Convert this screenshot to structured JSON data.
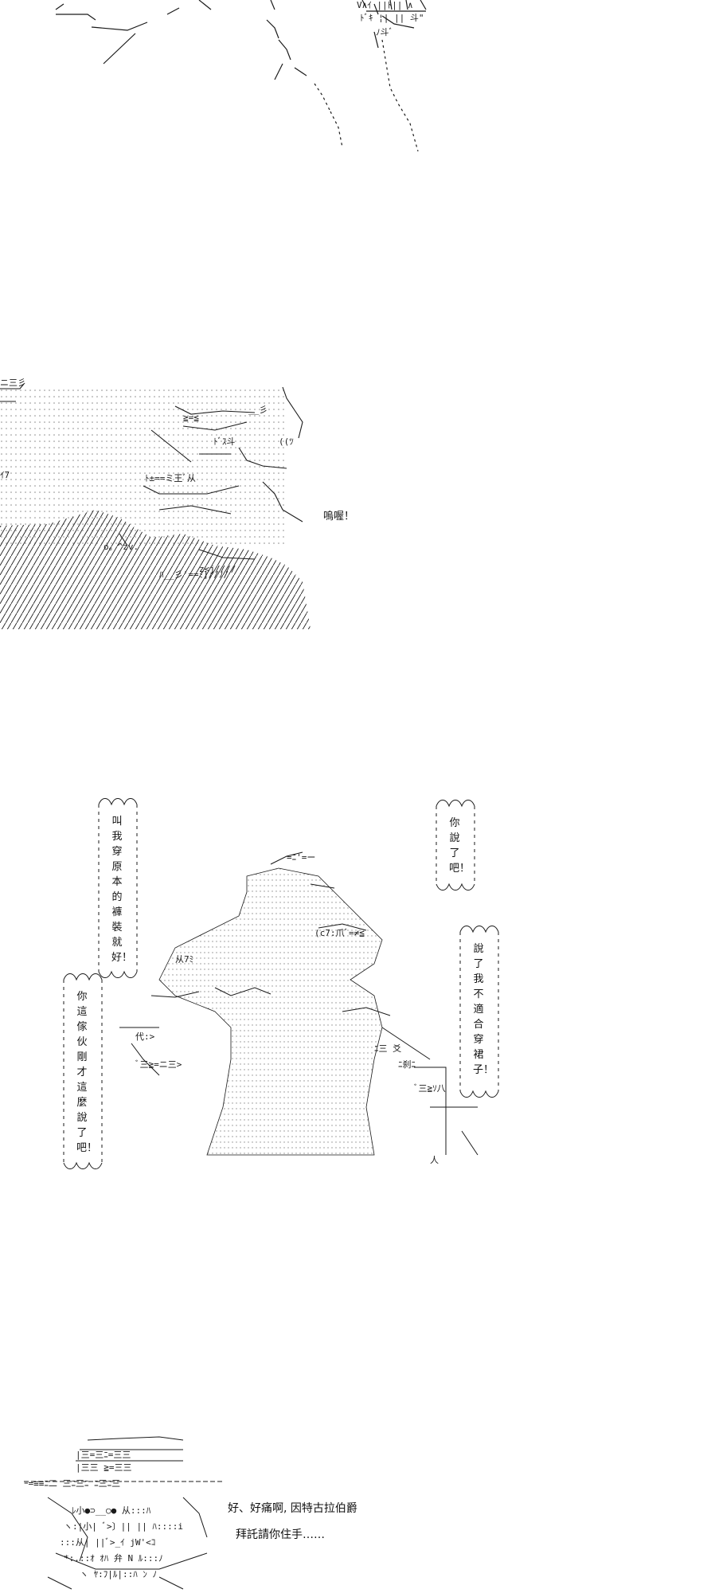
{
  "panels": {
    "p2": {
      "line": "嗚喔！"
    },
    "p3": {
      "bubble_left_top": "叫我穿原本的褲裝就好！",
      "bubble_left_bottom": "你這傢伙剛才這麼說了吧！",
      "bubble_right_top": "你說了吧！",
      "bubble_right_bottom": "說了我不適合穿裙子！"
    },
    "p4": {
      "line1": "好、好痛啊, 因特古拉伯爵",
      "line2": "拜託請你住手……"
    }
  },
  "colors": {
    "ink": "#1a1a1a",
    "dots": "#8a8a8a",
    "background": "#ffffff"
  }
}
